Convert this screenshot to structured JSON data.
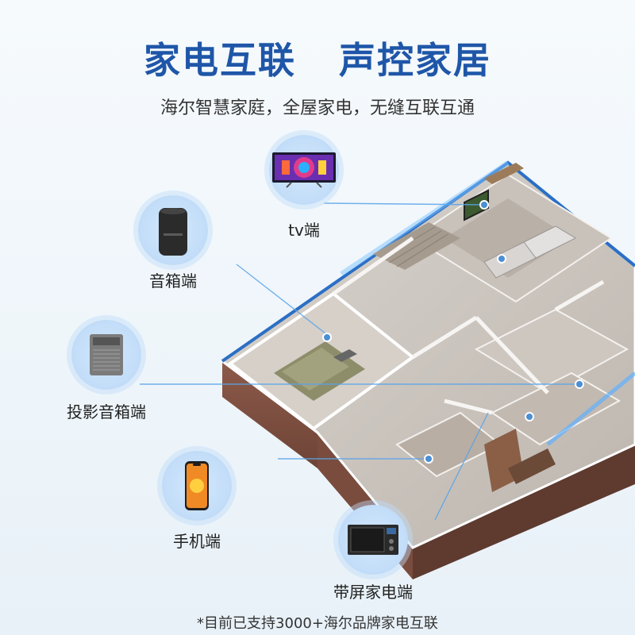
{
  "header": {
    "title": "家电互联   声控家居",
    "subtitle": "海尔智慧家庭，全屋家电，无缝互联互通"
  },
  "devices": [
    {
      "id": "tv",
      "label": "tv端",
      "icon": "tv-icon"
    },
    {
      "id": "speaker",
      "label": "音箱端",
      "icon": "smart-speaker-icon"
    },
    {
      "id": "projector",
      "label": "投影音箱端",
      "icon": "projector-speaker-icon"
    },
    {
      "id": "phone",
      "label": "手机端",
      "icon": "phone-icon"
    },
    {
      "id": "microwave",
      "label": "带屏家电端",
      "icon": "microwave-icon"
    }
  ],
  "footer": {
    "note": "*目前已支持3000+海尔品牌家电互联"
  },
  "colors": {
    "title": "#1f56a8",
    "halo": "#c4def9",
    "line": "#5aa4e8"
  }
}
